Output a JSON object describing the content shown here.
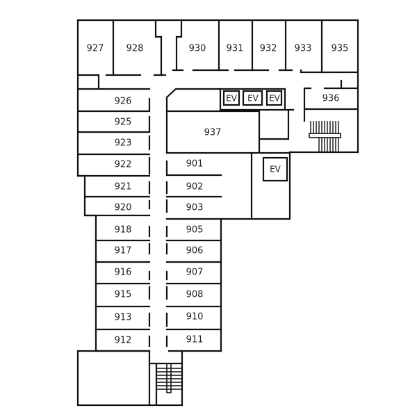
{
  "rooms": {
    "r927": "927",
    "r928": "928",
    "r930": "930",
    "r931": "931",
    "r932": "932",
    "r933": "933",
    "r935": "935",
    "r936": "936",
    "r937": "937",
    "r926": "926",
    "r925": "925",
    "r923": "923",
    "r922": "922",
    "r921": "921",
    "r920": "920",
    "r918": "918",
    "r917": "917",
    "r916": "916",
    "r915": "915",
    "r913": "913",
    "r912": "912",
    "r901": "901",
    "r902": "902",
    "r903": "903",
    "r905": "905",
    "r906": "906",
    "r907": "907",
    "r908": "908",
    "r910": "910",
    "r911": "911"
  },
  "elevators": [
    "EV",
    "EV",
    "EV",
    "EV"
  ],
  "colors": {
    "wall": "#111111",
    "background": "#ffffff"
  }
}
